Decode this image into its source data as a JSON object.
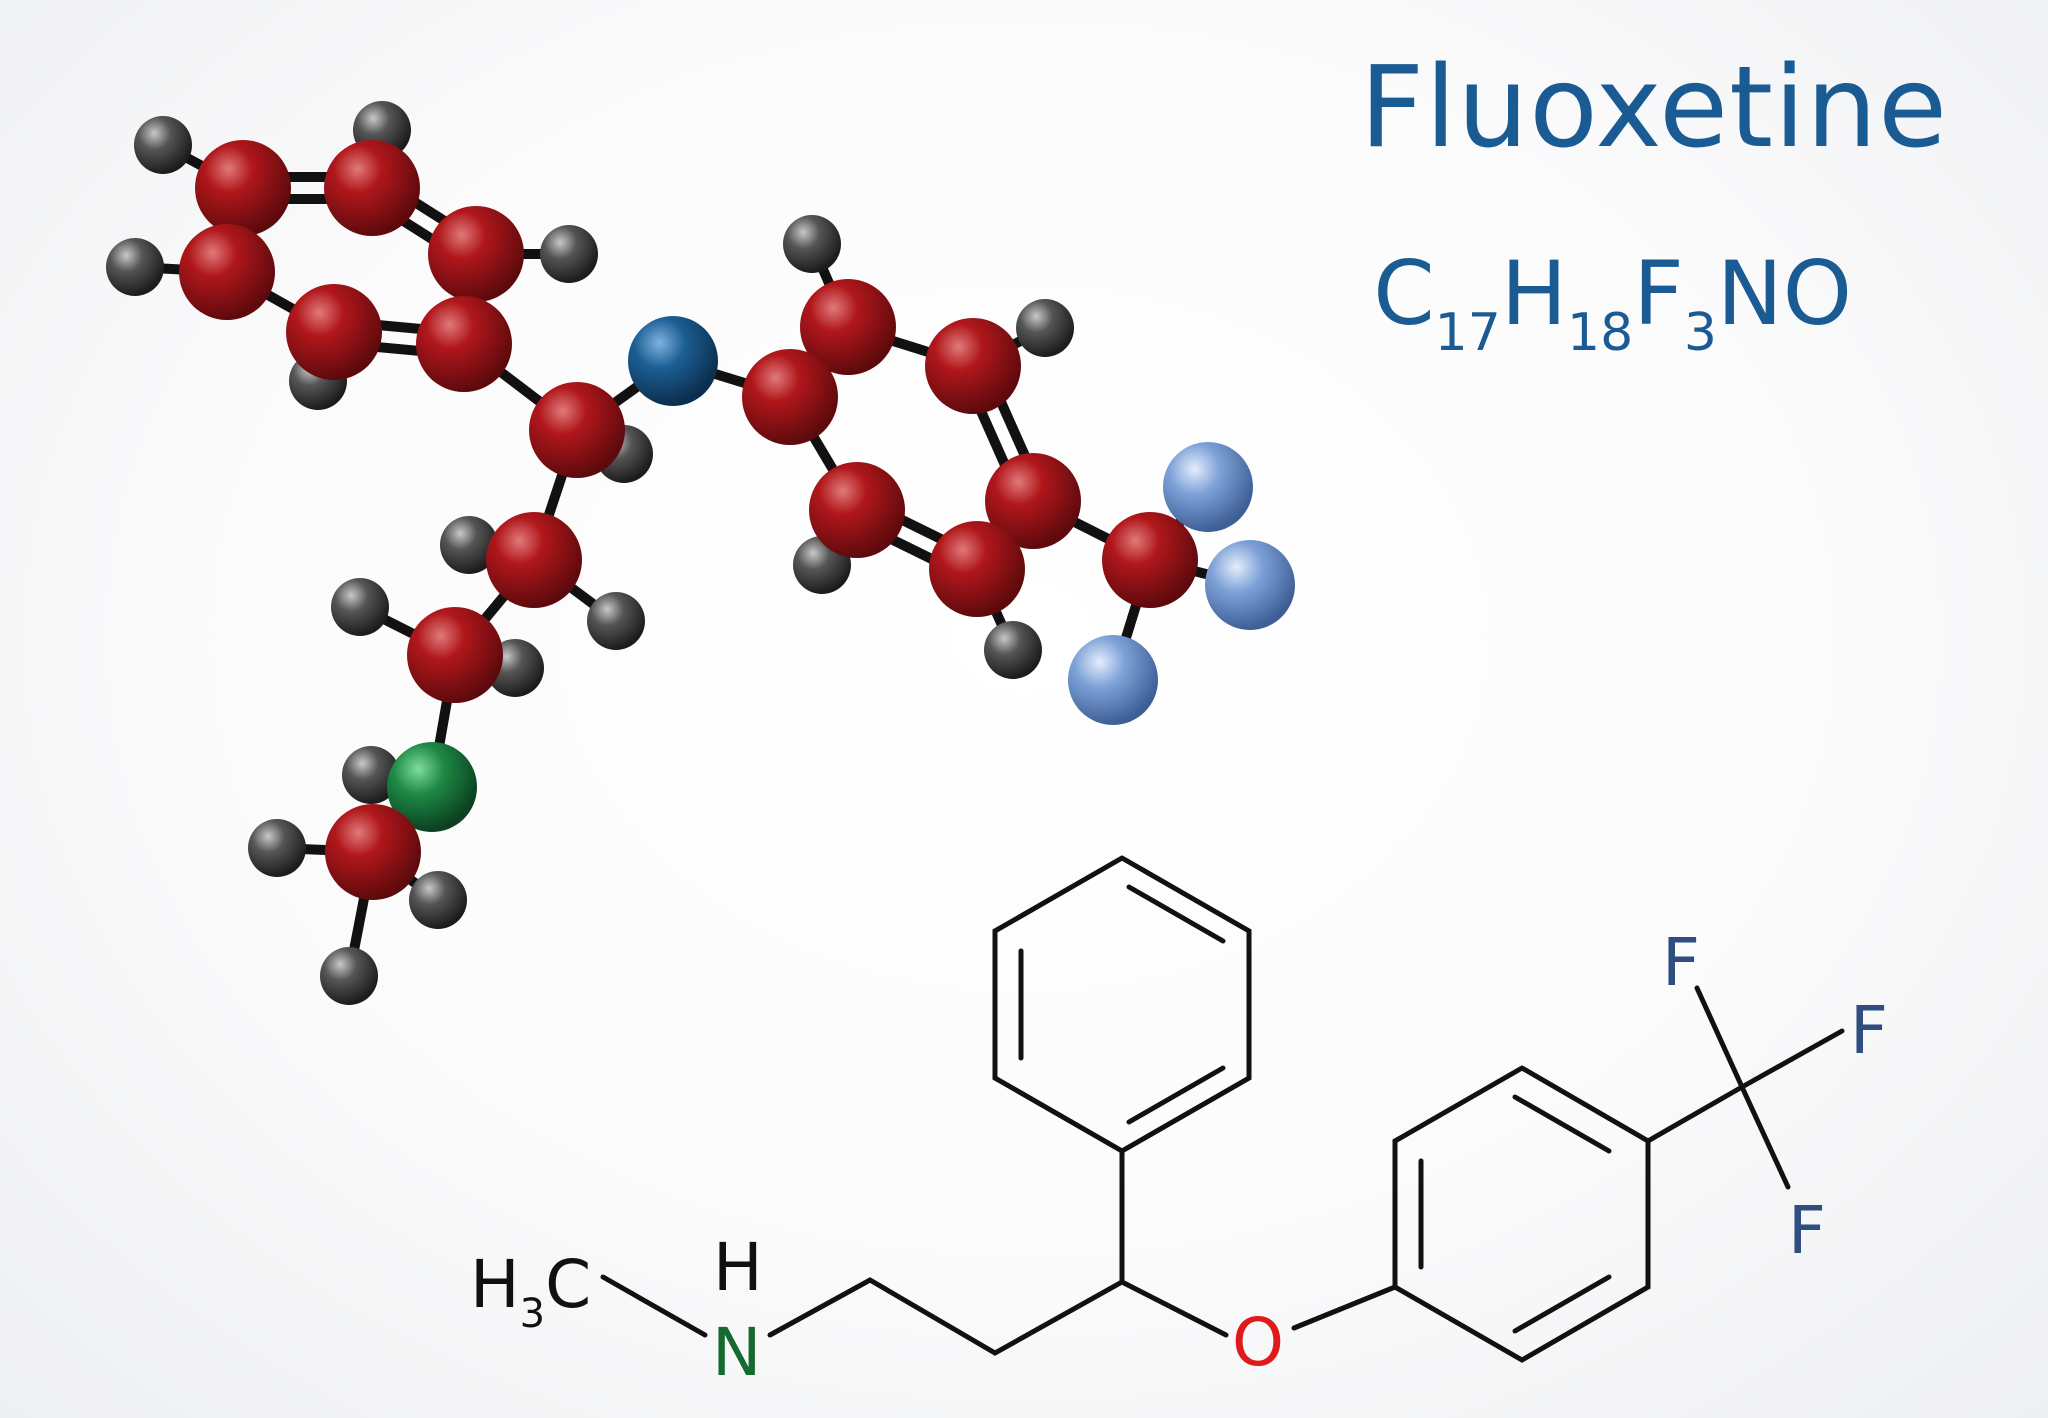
{
  "title": "Fluoxetine",
  "formula": {
    "parts": [
      {
        "symbol": "C",
        "count": "17"
      },
      {
        "symbol": "H",
        "count": "18"
      },
      {
        "symbol": "F",
        "count": "3"
      },
      {
        "symbol": "NO",
        "count": ""
      }
    ]
  },
  "structural": {
    "methyl": {
      "h": "H",
      "sub": "3",
      "c": "C"
    },
    "amine_h": "H",
    "amine_n": "N",
    "oxygen": "O",
    "fluorines": [
      "F",
      "F",
      "F"
    ]
  },
  "colors": {
    "title": "#1a5b93",
    "carbon": "#b0171b",
    "hydrogen": "#555555",
    "oxygen_ball": "#1c5f94",
    "nitrogen_ball": "#1e8a45",
    "fluorine_ball": "#7ea2d8",
    "label_nitrogen": "#166a30",
    "label_oxygen": "#e01a1a",
    "label_fluorine": "#2f4d7e",
    "bond": "#111111"
  }
}
